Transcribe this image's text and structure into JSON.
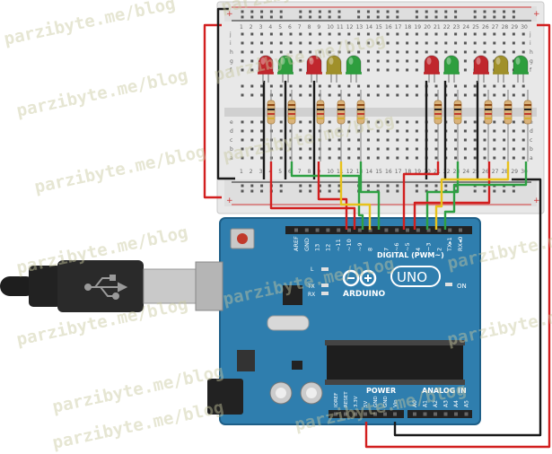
{
  "watermark": {
    "text": "parzibyte.me/blog"
  },
  "breadboard": {
    "columns": [
      "1",
      "2",
      "3",
      "4",
      "5",
      "6",
      "7",
      "8",
      "9",
      "10",
      "11",
      "12",
      "13",
      "14",
      "15",
      "16",
      "17",
      "18",
      "19",
      "20",
      "21",
      "22",
      "23",
      "24",
      "25",
      "26",
      "27",
      "28",
      "29",
      "30"
    ],
    "rows_top": [
      "j",
      "i",
      "h",
      "g",
      "f"
    ],
    "rows_bottom": [
      "e",
      "d",
      "c",
      "b",
      "a"
    ],
    "rail_plus": "+",
    "rail_minus": "−"
  },
  "leds": [
    {
      "id": "led-1",
      "color": "#c0272d"
    },
    {
      "id": "led-2",
      "color": "#2e9e3e"
    },
    {
      "id": "led-3",
      "color": "#c0272d"
    },
    {
      "id": "led-4",
      "color": "#a0902a"
    },
    {
      "id": "led-5",
      "color": "#2e9e3e"
    },
    {
      "id": "led-6",
      "color": "#c0272d"
    },
    {
      "id": "led-7",
      "color": "#2e9e3e"
    },
    {
      "id": "led-8",
      "color": "#c0272d"
    },
    {
      "id": "led-9",
      "color": "#a0902a"
    },
    {
      "id": "led-10",
      "color": "#2e9e3e"
    }
  ],
  "arduino": {
    "brand": "ARDUINO",
    "model": "UNO",
    "digital_label": "DIGITAL (PWM~)",
    "power_label": "POWER",
    "analog_label": "ANALOG IN",
    "on_label": "ON",
    "tx_label": "TX",
    "rx_label": "RX",
    "l_label": "L",
    "digital_pins": [
      "AREF",
      "GND",
      "13",
      "12",
      "~11",
      "~10",
      "~9",
      "8",
      "7",
      "~6",
      "~5",
      "4",
      "~3",
      "2",
      "TX▸1",
      "RX◂0"
    ],
    "power_pins": [
      "IOREF",
      "RESET",
      "3.3V",
      "5V",
      "GND",
      "GND",
      "Vin"
    ],
    "analog_pins": [
      "A0",
      "A1",
      "A2",
      "A3",
      "A4",
      "A5"
    ]
  },
  "colors": {
    "board": "#2f7eae",
    "board_edge": "#1e5f88",
    "wire_red": "#d21f1f",
    "wire_black": "#1a1a1a",
    "wire_green": "#2ea043",
    "wire_yellow": "#e8c21a"
  }
}
